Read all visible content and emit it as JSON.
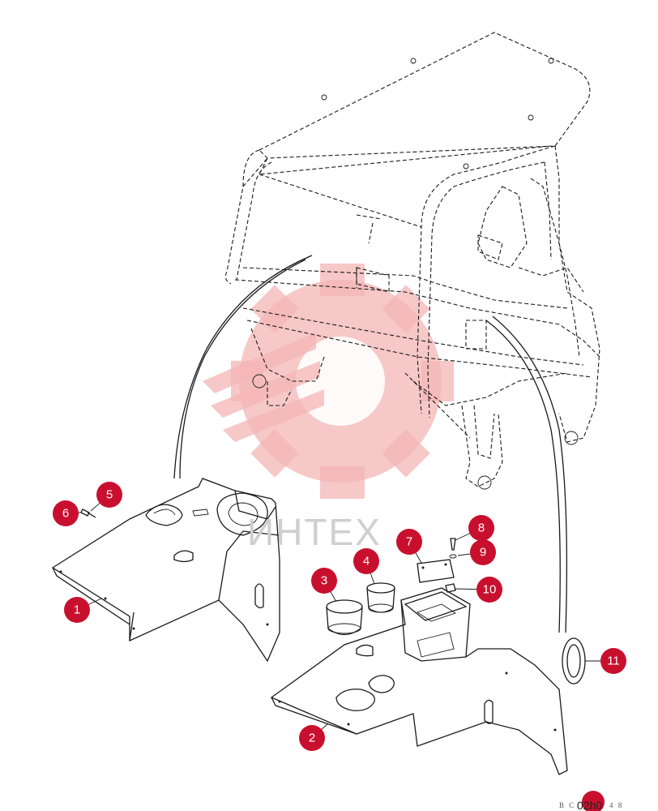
{
  "callouts": [
    {
      "label": "1"
    },
    {
      "label": "2"
    },
    {
      "label": "3"
    },
    {
      "label": "4"
    },
    {
      "label": "5"
    },
    {
      "label": "6"
    },
    {
      "label": "7"
    },
    {
      "label": "8"
    },
    {
      "label": "9"
    },
    {
      "label": "10"
    },
    {
      "label": "11"
    }
  ],
  "watermark": {
    "text": "ИНТЕХ"
  },
  "drawing_code": {
    "prefix": "B C",
    "main": "02h0",
    "suffix": "4 8"
  },
  "colors": {
    "callout": "#c8102e",
    "watermark": "#f4b6b6"
  }
}
